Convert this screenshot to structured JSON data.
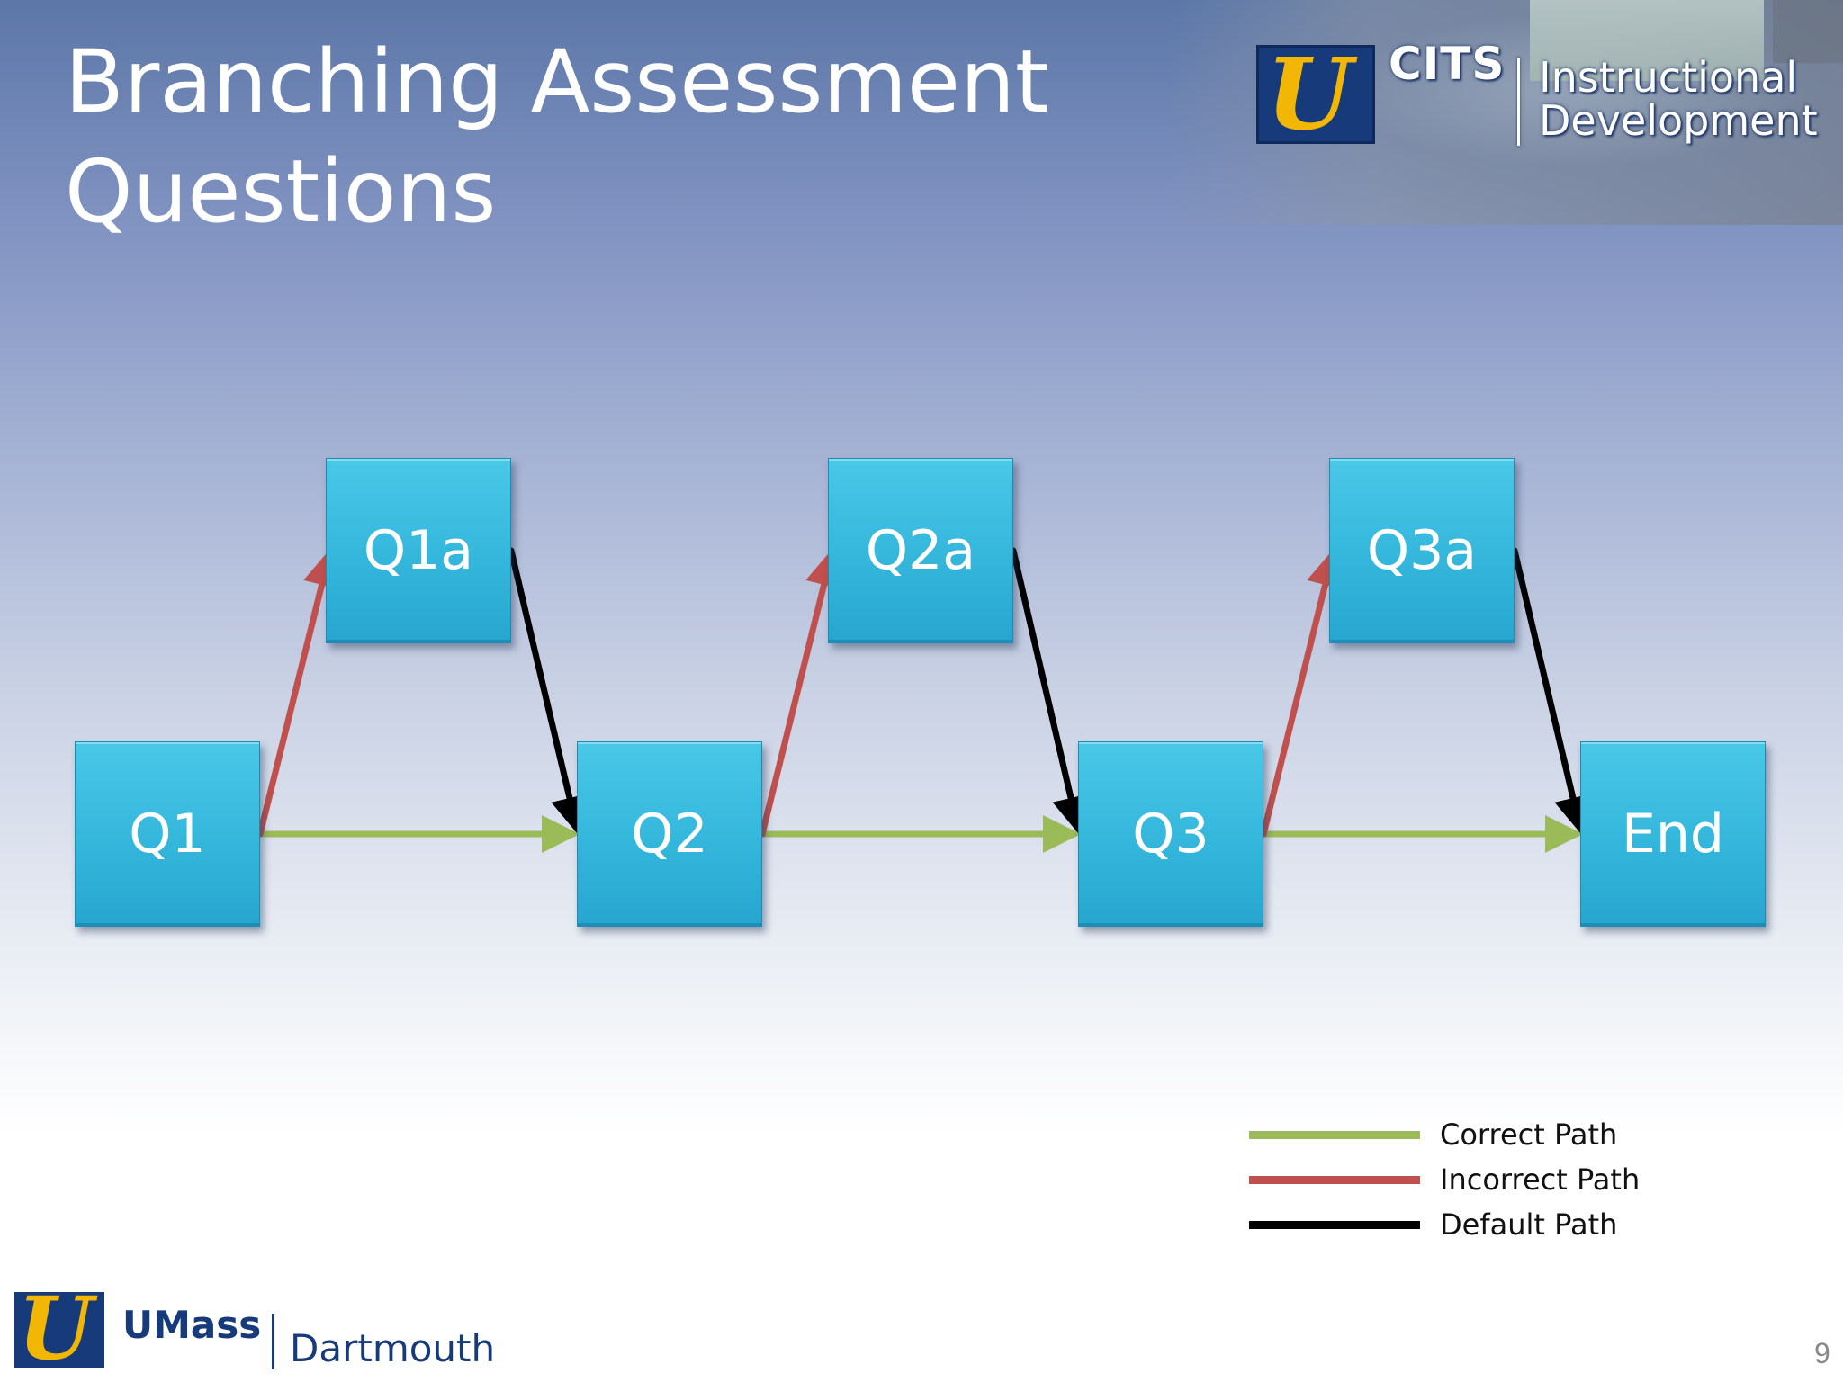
{
  "slide": {
    "title_line1": "Branching Assessment",
    "title_line2": "Questions",
    "page_number": "9"
  },
  "branding": {
    "header_logo_text": "CITS",
    "header_division_line1": "Instructional",
    "header_division_line2": "Development",
    "footer_logo_text": "UMass",
    "footer_campus_text": "Dartmouth"
  },
  "diagram": {
    "nodes": [
      {
        "id": "Q1",
        "label": "Q1"
      },
      {
        "id": "Q1a",
        "label": "Q1a"
      },
      {
        "id": "Q2",
        "label": "Q2"
      },
      {
        "id": "Q2a",
        "label": "Q2a"
      },
      {
        "id": "Q3",
        "label": "Q3"
      },
      {
        "id": "Q3a",
        "label": "Q3a"
      },
      {
        "id": "End",
        "label": "End"
      }
    ],
    "edges": [
      {
        "from": "Q1",
        "to": "Q2",
        "type": "correct"
      },
      {
        "from": "Q1",
        "to": "Q1a",
        "type": "incorrect"
      },
      {
        "from": "Q1a",
        "to": "Q2",
        "type": "default"
      },
      {
        "from": "Q2",
        "to": "Q3",
        "type": "correct"
      },
      {
        "from": "Q2",
        "to": "Q2a",
        "type": "incorrect"
      },
      {
        "from": "Q2a",
        "to": "Q3",
        "type": "default"
      },
      {
        "from": "Q3",
        "to": "End",
        "type": "correct"
      },
      {
        "from": "Q3",
        "to": "Q3a",
        "type": "incorrect"
      },
      {
        "from": "Q3a",
        "to": "End",
        "type": "default"
      }
    ]
  },
  "legend": {
    "items": [
      {
        "key": "correct",
        "label": "Correct Path",
        "color": "#9bbb59"
      },
      {
        "key": "incorrect",
        "label": "Incorrect Path",
        "color": "#c0504d"
      },
      {
        "key": "default",
        "label": "Default Path",
        "color": "#000000"
      }
    ]
  },
  "colors": {
    "node_fill": "#36b8dd",
    "title_text": "#ffffff",
    "brand_navy": "#163a7a",
    "brand_gold": "#f2b705"
  }
}
